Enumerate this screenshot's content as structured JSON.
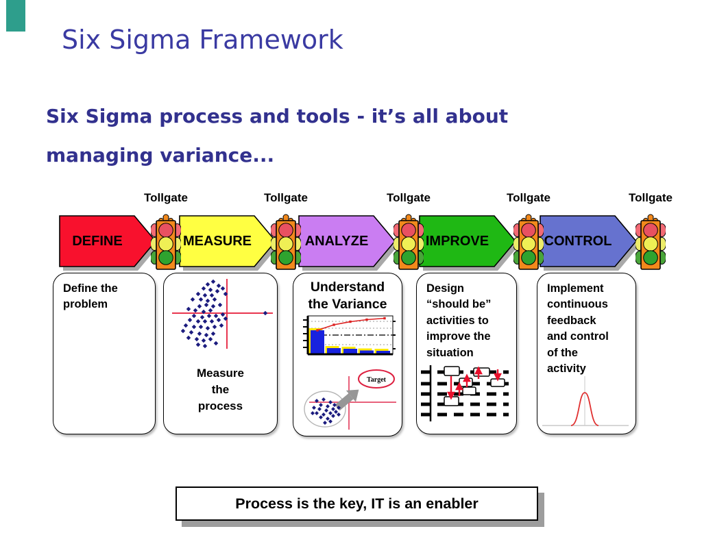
{
  "slide": {
    "title": "Six Sigma Framework",
    "subtitle_line1": "Six Sigma process and tools - it’s all about",
    "subtitle_line2": "managing variance...",
    "banner_text": "Process is the key, IT is an enabler"
  },
  "tollgates": [
    "Tollgate",
    "Tollgate",
    "Tollgate",
    "Tollgate",
    "Tollgate"
  ],
  "phases": [
    {
      "label": "DEFINE",
      "arrow_color": "#f8112d",
      "description": "Define the problem"
    },
    {
      "label": "MEASURE",
      "arrow_color": "#ffff42",
      "description": "Measure the process"
    },
    {
      "label": "ANALYZE",
      "arrow_color": "#ca7df2",
      "description": "Understand the Variance"
    },
    {
      "label": "IMPROVE",
      "arrow_color": "#1fb814",
      "description": "Design “should be” activities to improve the situation"
    },
    {
      "label": "CONTROL",
      "arrow_color": "#6672cf",
      "description": "Implement continuous feedback and control of the activity"
    }
  ],
  "diagram": {
    "target_label": "Target"
  },
  "colors": {
    "accent_bar": "#2E9E8C",
    "title_text": "#3A3AA2",
    "subtitle_text": "#32318E",
    "arrow_shadow": "#A9A9A9",
    "signal_body_orange": "#F2891C",
    "signal_red": "#E85161",
    "signal_yellow": "#EFEF55",
    "signal_green": "#2FA32F",
    "scatter_dot_navy": "#1B1B7E",
    "crosshair_red": "#E8344E",
    "pareto_bar_blue": "#1822DE",
    "pareto_bar_yellow": "#FFE800",
    "pareto_line_red": "#DD2222",
    "target_ellipse_red": "#DD2040",
    "bell_curve_red": "#E03030"
  }
}
